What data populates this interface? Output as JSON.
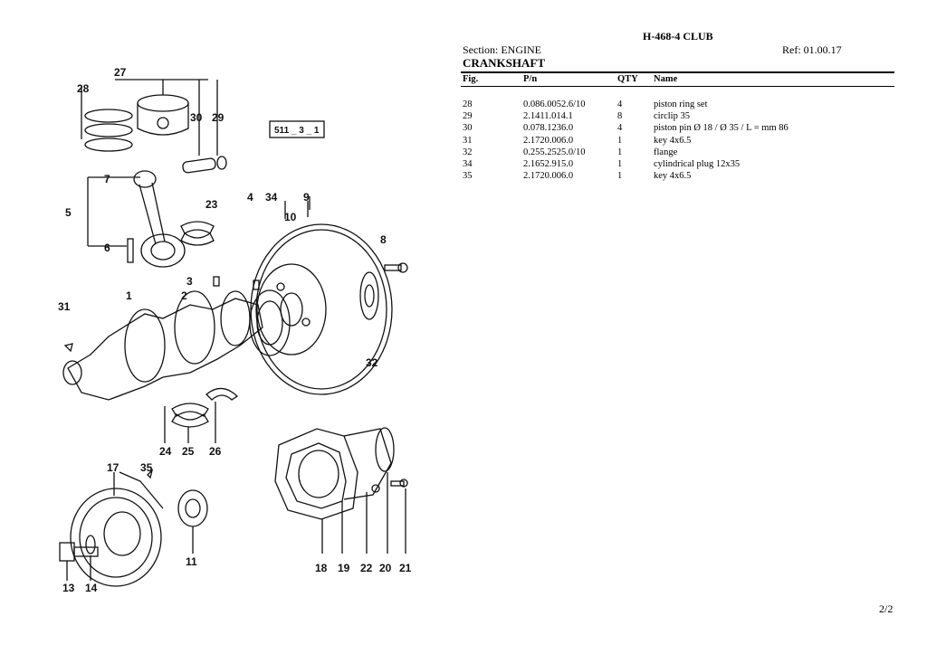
{
  "header": {
    "title": "H-468-4 CLUB",
    "section": "Section: ENGINE",
    "ref": "Ref: 01.00.17"
  },
  "group_title": "CRANKSHAFT",
  "table": {
    "columns": [
      "Fig.",
      "P/n",
      "QTY",
      "Name"
    ],
    "rows": [
      {
        "fig": "28",
        "pn": "0.086.0052.6/10",
        "qty": "4",
        "name": "piston ring set"
      },
      {
        "fig": "29",
        "pn": "2.1411.014.1",
        "qty": "8",
        "name": "circlip 35"
      },
      {
        "fig": "30",
        "pn": "0.078.1236.0",
        "qty": "4",
        "name": "piston pin Ø 18 / Ø 35 / L = mm 86"
      },
      {
        "fig": "31",
        "pn": "2.1720.006.0",
        "qty": "1",
        "name": "key 4x6.5"
      },
      {
        "fig": "32",
        "pn": "0.255.2525.0/10",
        "qty": "1",
        "name": "flange"
      },
      {
        "fig": "34",
        "pn": "2.1652.915.0",
        "qty": "1",
        "name": "cylindrical plug 12x35"
      },
      {
        "fig": "35",
        "pn": "2.1720.006.0",
        "qty": "1",
        "name": "key 4x6.5"
      }
    ]
  },
  "diagram": {
    "code": "511 _ 3 _ 1",
    "callouts": [
      "27",
      "28",
      "30",
      "29",
      "7",
      "5",
      "6",
      "23",
      "4",
      "34",
      "9",
      "10",
      "8",
      "3",
      "2",
      "1",
      "31",
      "32",
      "24",
      "25",
      "26",
      "17",
      "35",
      "11",
      "13",
      "14",
      "18",
      "19",
      "22",
      "20",
      "21"
    ]
  },
  "page": "2/2"
}
